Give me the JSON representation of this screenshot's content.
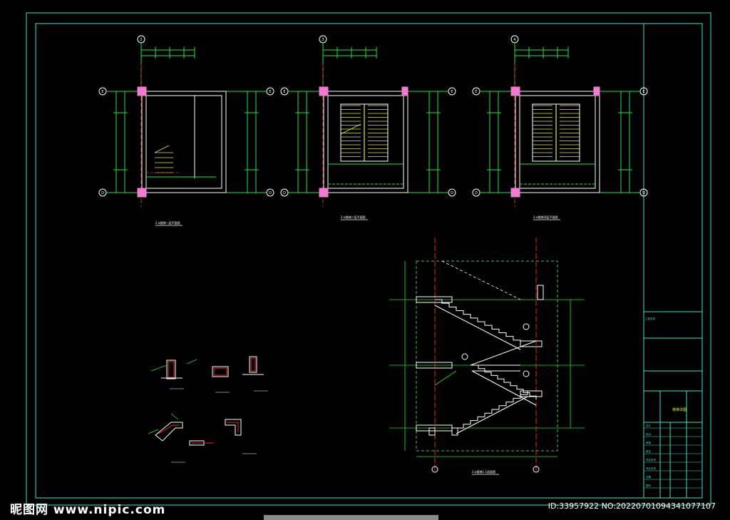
{
  "sheet": {
    "axis_labels": {
      "plan1": {
        "top": "2",
        "left_top": "E",
        "right_top": "E",
        "left_bottom": "D",
        "right_bottom": "D"
      },
      "plan2": {
        "top": "3",
        "left_top": "E",
        "right_top": "E",
        "left_bottom": "D",
        "right_bottom": "D"
      },
      "plan3": {
        "top": "4",
        "left_top": "E",
        "right_top": "E",
        "left_bottom": "D",
        "right_bottom": "D"
      }
    },
    "plan_titles": [
      "2-a楼梯一层平面图",
      "2-a楼梯二层平面图",
      "2-a楼梯顶层平面图"
    ],
    "section_title": "2-a楼梯1-1剖面图",
    "title_block": {
      "project_label": "工程名称",
      "drawing_label": "楼梯详图",
      "rows": [
        "设计",
        "校对",
        "审核",
        "审定",
        "项目负责",
        "专业负责",
        "日期",
        "图号"
      ]
    }
  },
  "colors": {
    "frame": "#3fe0c8",
    "wall": "#ffffff",
    "dim": "#22e23a",
    "axis_red": "#e02a2a",
    "stair": "#e6e65a",
    "column": "#f07bd0",
    "dash": "#39c46a"
  },
  "watermark": {
    "logo": "昵图网 www.nipic.com",
    "id": "ID:33957922 NO:20220701094341077107"
  }
}
